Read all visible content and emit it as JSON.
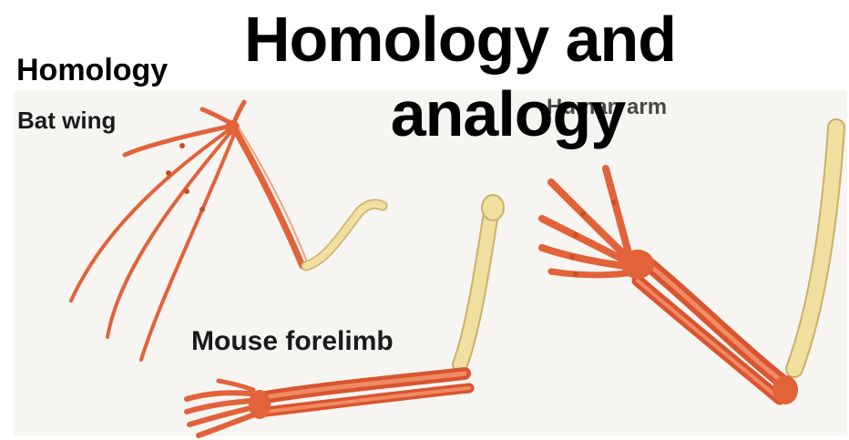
{
  "slide": {
    "title_line1": "Homology and",
    "title_line2": "analogy",
    "subheading": "Homology"
  },
  "figure": {
    "labels": {
      "bat": "Bat wing",
      "mouse": "Mouse forelimb",
      "human": "Human arm"
    },
    "colors": {
      "bone_red": "#e2623a",
      "bone_light": "#f3a27a",
      "bone_yellow": "#f1dfa0",
      "bone_yellow_edge": "#c9b06a"
    }
  }
}
